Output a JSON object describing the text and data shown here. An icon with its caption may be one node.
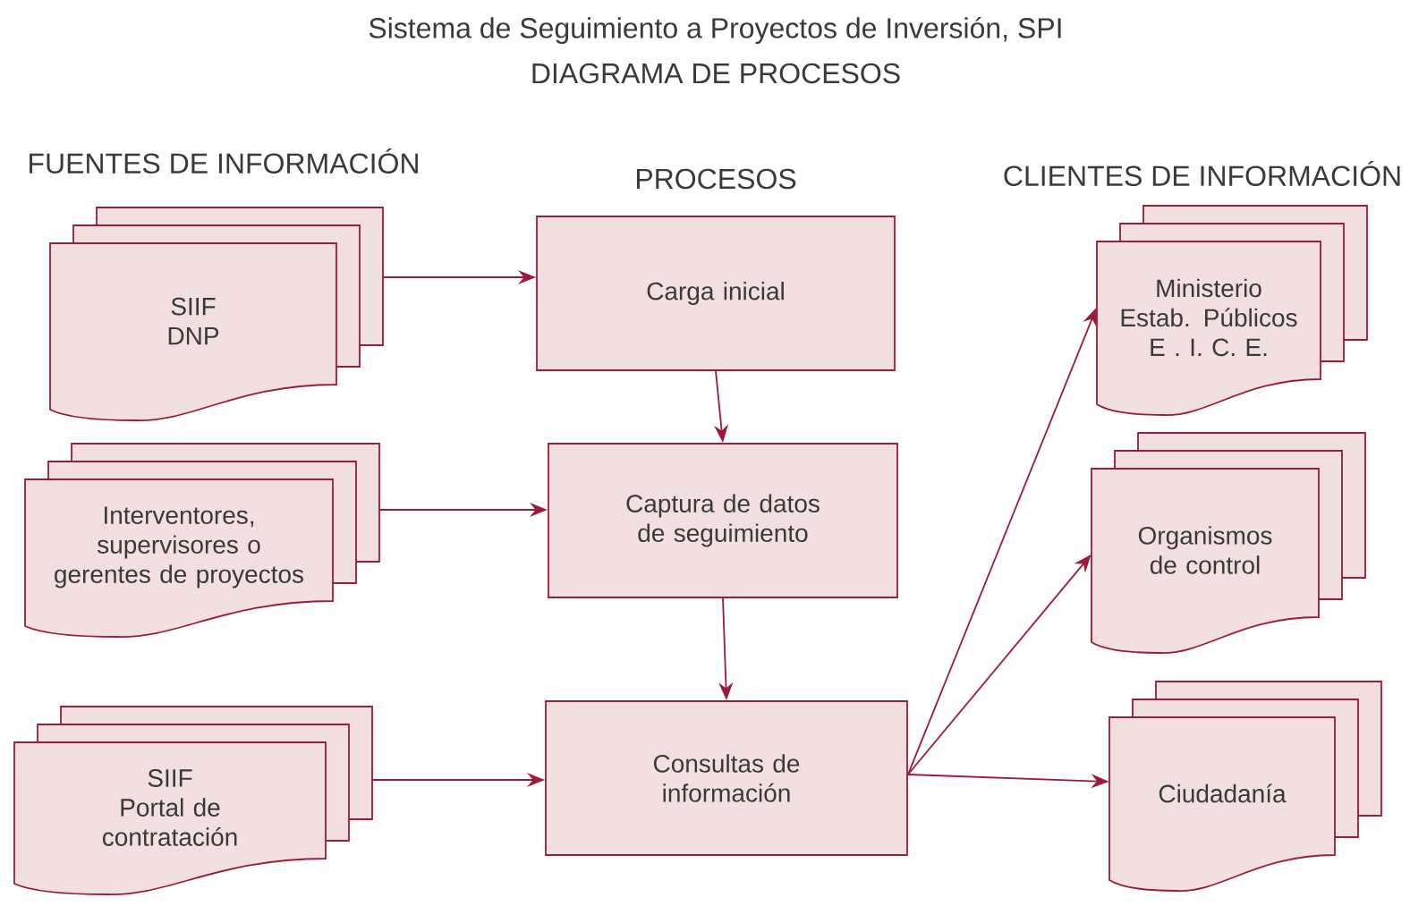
{
  "diagram": {
    "title": "Sistema de Seguimiento a Proyectos de Inversión, SPI",
    "nodes": [
      {
        "text": [
          "SIIF",
          "DNP"
        ]
      },
      {
        "text": [
          "Interventores, supervisores o gerentes de proyectos"
        ]
      },
      {
        "text": [
          "SIIF",
          "Portal de contratación"
        ]
      },
      {
        "text": [
          "Carga inicial"
        ]
      },
      {
        "text": [
          "Captura de datos de seguimiento"
        ]
      },
      {
        "text": [
          "Consultas de información"
        ]
      },
      {
        "text": [
          "Ministerio",
          "Estab. Públicos",
          "E . I. C. E."
        ]
      },
      {
        "text": [
          "Organismos de control"
        ]
      },
      {
        "text": [
          "Ciudadanía"
        ]
      }
    ],
    "edges": [
      {
        "from": 0,
        "to": 3,
        "arrow": "to"
      },
      {
        "from": 1,
        "to": 4,
        "arrow": "to"
      },
      {
        "from": 2,
        "to": 5,
        "arrow": "to"
      },
      {
        "from": 3,
        "to": 4,
        "arrow": "to"
      },
      {
        "from": 4,
        "to": 5,
        "arrow": "to"
      },
      {
        "from": 5,
        "to": 6,
        "arrow": "to"
      },
      {
        "from": 5,
        "to": 7,
        "arrow": "to"
      },
      {
        "from": 5,
        "to": 8,
        "arrow": "to"
      }
    ],
    "labels": [
      "DIAGRAMA DE PROCESOS",
      "FUENTES DE INFORMACIÓN",
      "PROCESOS",
      "CLIENTES DE INFORMACIÓN"
    ]
  }
}
